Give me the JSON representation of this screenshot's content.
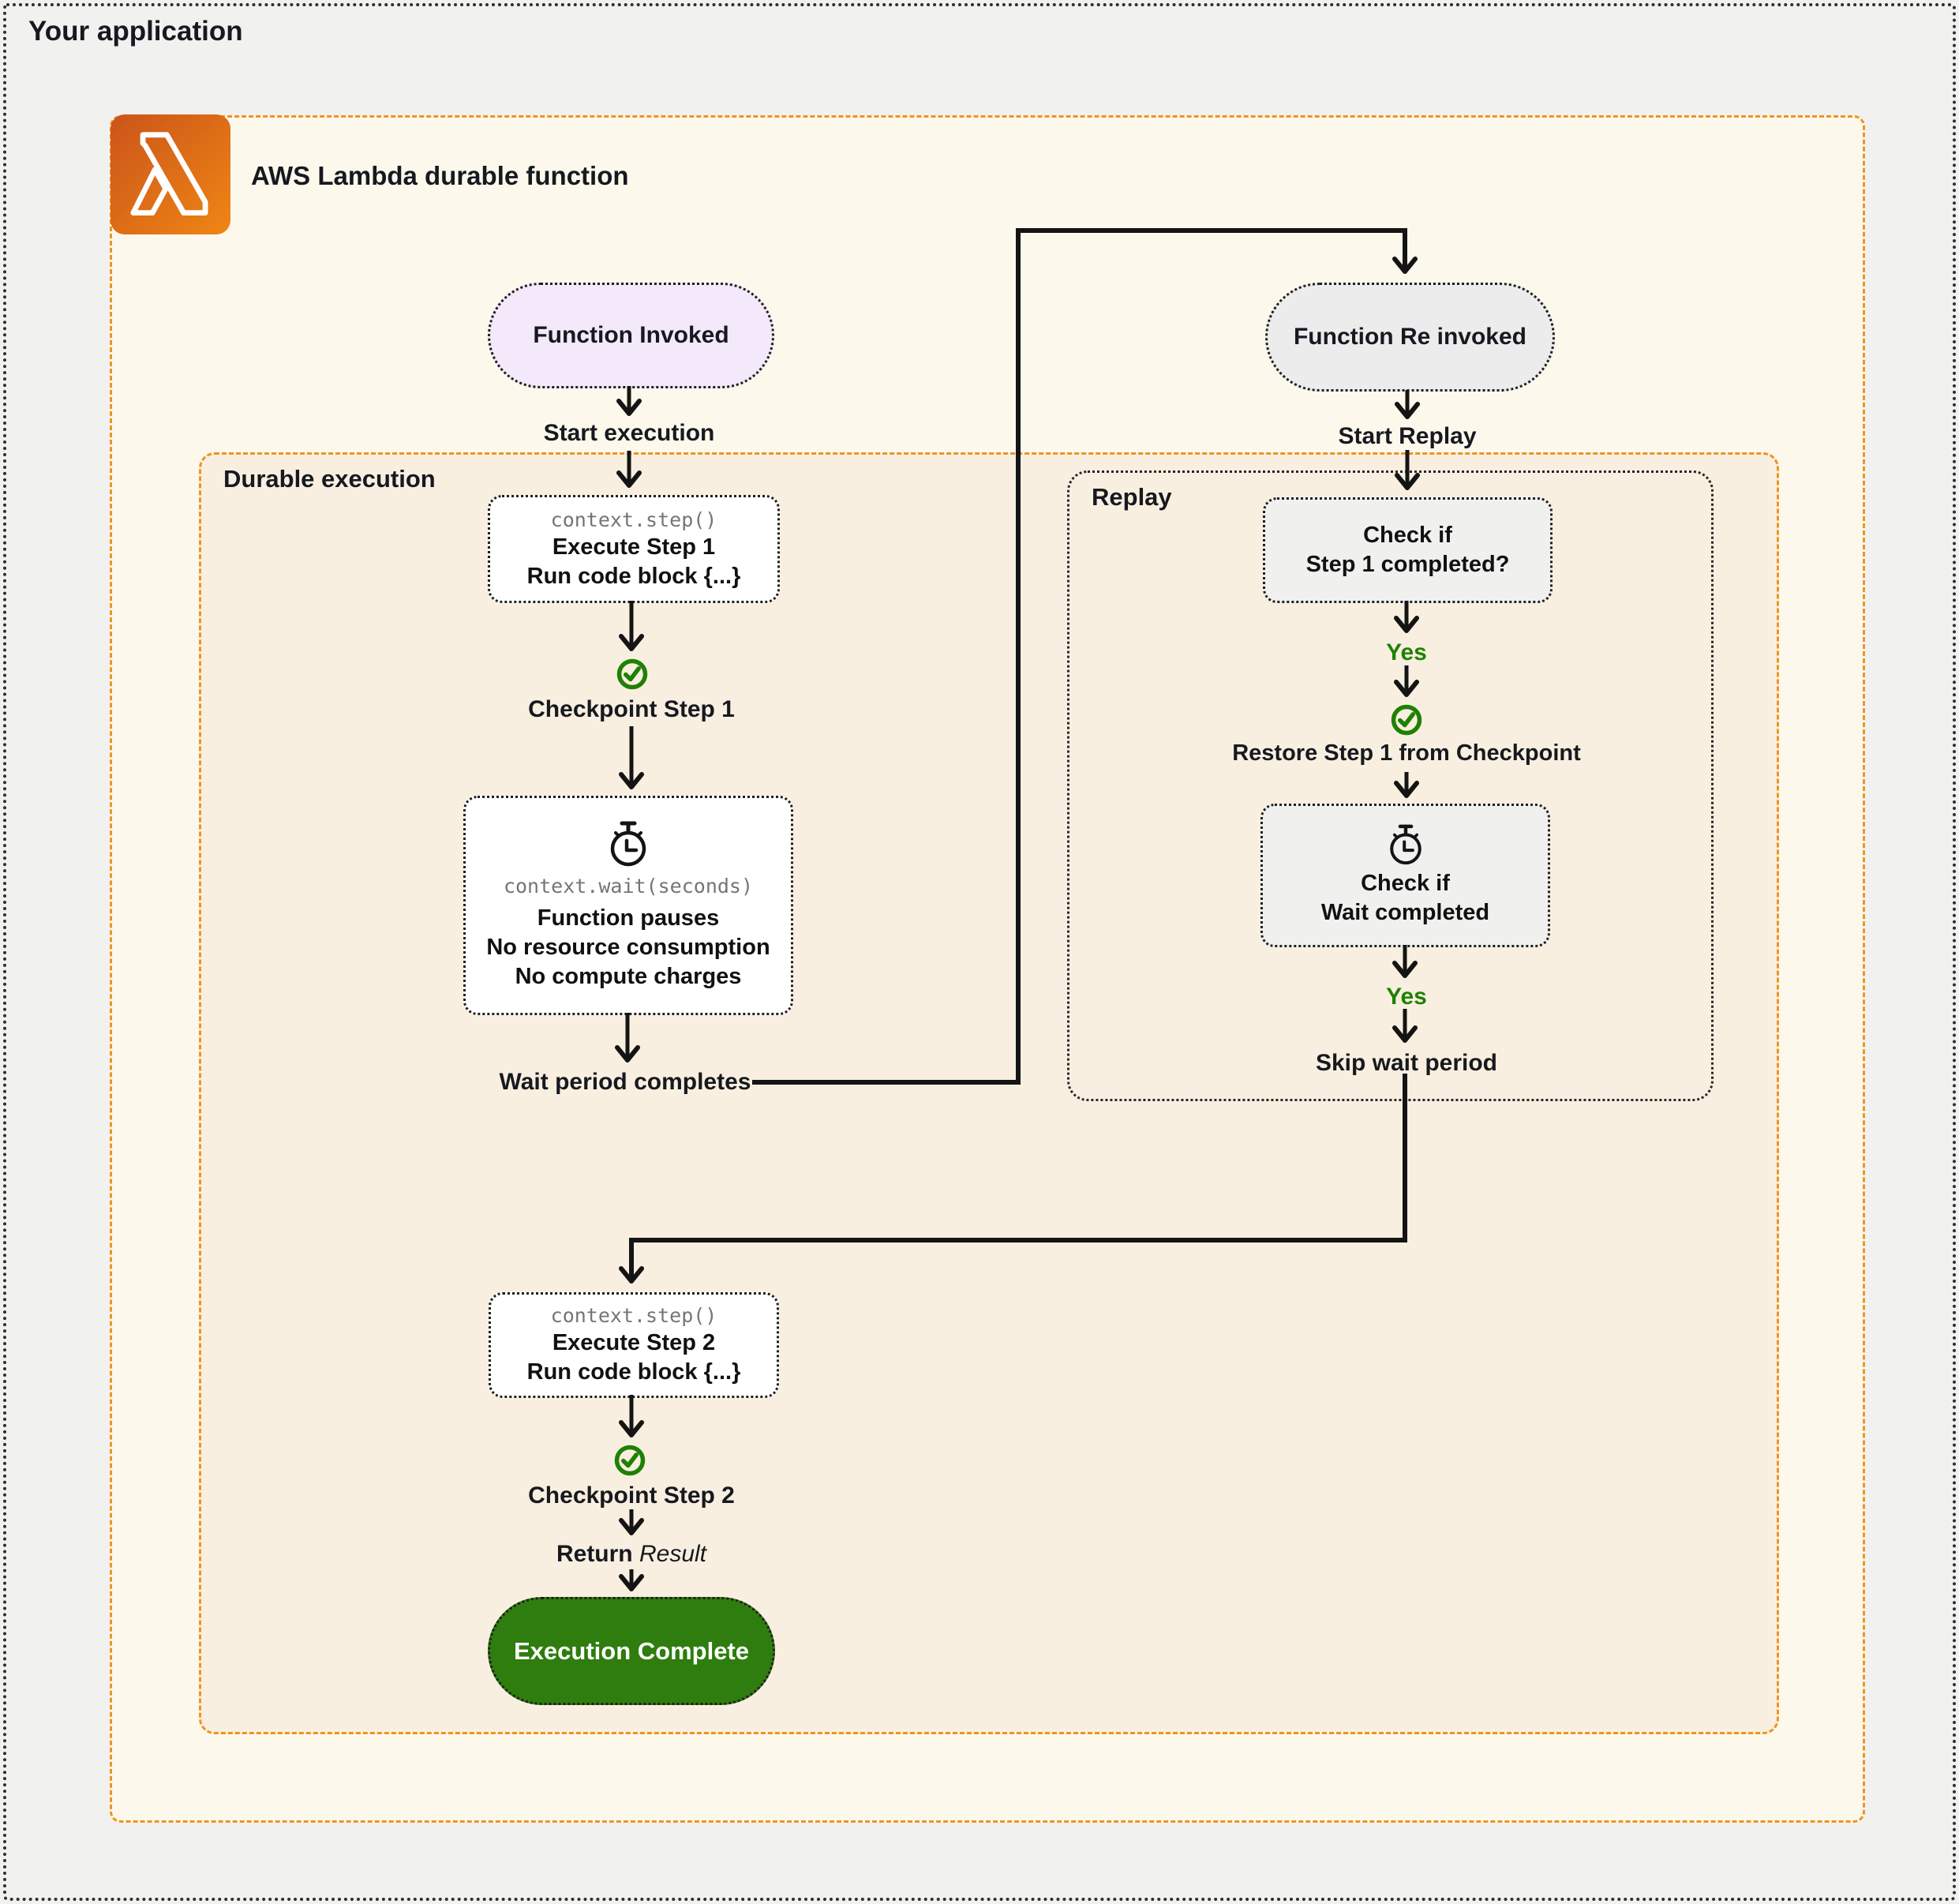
{
  "app": {
    "title": "Your application"
  },
  "lambda": {
    "title": "AWS Lambda durable function",
    "icon": "aws-lambda-icon"
  },
  "zones": {
    "durable_label": "Durable execution",
    "replay_label": "Replay"
  },
  "flow": {
    "function_invoked": "Function Invoked",
    "start_execution": "Start execution",
    "step1": {
      "code": "context.step()",
      "line1": "Execute Step 1",
      "line2": "Run code block {...}"
    },
    "checkpoint1": "Checkpoint Step 1",
    "wait": {
      "code": "context.wait(seconds)",
      "line1": "Function pauses",
      "line2": "No resource consumption",
      "line3": "No compute charges"
    },
    "wait_completes": "Wait period completes",
    "function_reinvoked": "Function Re invoked",
    "start_replay": "Start Replay",
    "check_step1": {
      "line1": "Check if",
      "line2": "Step 1 completed?"
    },
    "yes1": "Yes",
    "restore": "Restore Step 1 from Checkpoint",
    "check_wait": {
      "line1": "Check if",
      "line2": "Wait completed"
    },
    "yes2": "Yes",
    "skip_wait": "Skip wait period",
    "step2": {
      "code": "context.step()",
      "line1": "Execute Step 2",
      "line2": "Run code block {...}"
    },
    "checkpoint2": "Checkpoint Step 2",
    "return_label": {
      "bold": "Return",
      "italic": "Result"
    },
    "execution_complete": "Execution Complete"
  },
  "icons": {
    "lambda": "lambda-icon",
    "checkpoint": "check-circle-icon",
    "stopwatch": "stopwatch-icon"
  },
  "colors": {
    "outer_bg": "#f1f1ef",
    "panel_bg": "#fdf8ec",
    "durable_bg": "#f9efe0",
    "orange_border": "#EE9421",
    "lavender_pill": "#f3e9fb",
    "gray_pill": "#ececec",
    "green_pill": "#2e7d0e",
    "green_accent": "#1f8104",
    "line_black": "#141414",
    "code_gray": "#757575"
  }
}
